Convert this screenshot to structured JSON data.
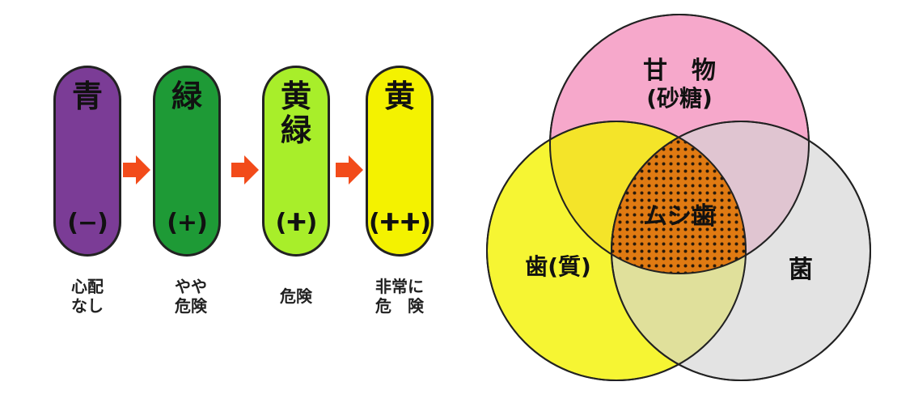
{
  "stages": [
    {
      "name": "青",
      "grade": "(−)",
      "risk": "心配\nなし",
      "color": "#7b3c96"
    },
    {
      "name": "緑",
      "grade": "(+)",
      "risk": "やや\n危険",
      "color": "#1e9a36"
    },
    {
      "name": "黄\n緑",
      "grade": "(ⵜ)",
      "risk": "危険",
      "color": "#a8ee2a"
    },
    {
      "name": "黄",
      "grade": "(ⵜⵜ)",
      "risk": "非常に\n危　険",
      "color": "#f4f200"
    }
  ],
  "arrow_color": "#f24b1a",
  "venn": {
    "sugar": {
      "title": "甘　物",
      "subtitle": "(砂糖)",
      "color": "#f5a3c8"
    },
    "tooth": {
      "label": "歯(質)",
      "color": "#f4f200"
    },
    "bacteria": {
      "label": "菌",
      "color": "#d4d4d4"
    },
    "center": {
      "label": "ムシ歯"
    }
  }
}
